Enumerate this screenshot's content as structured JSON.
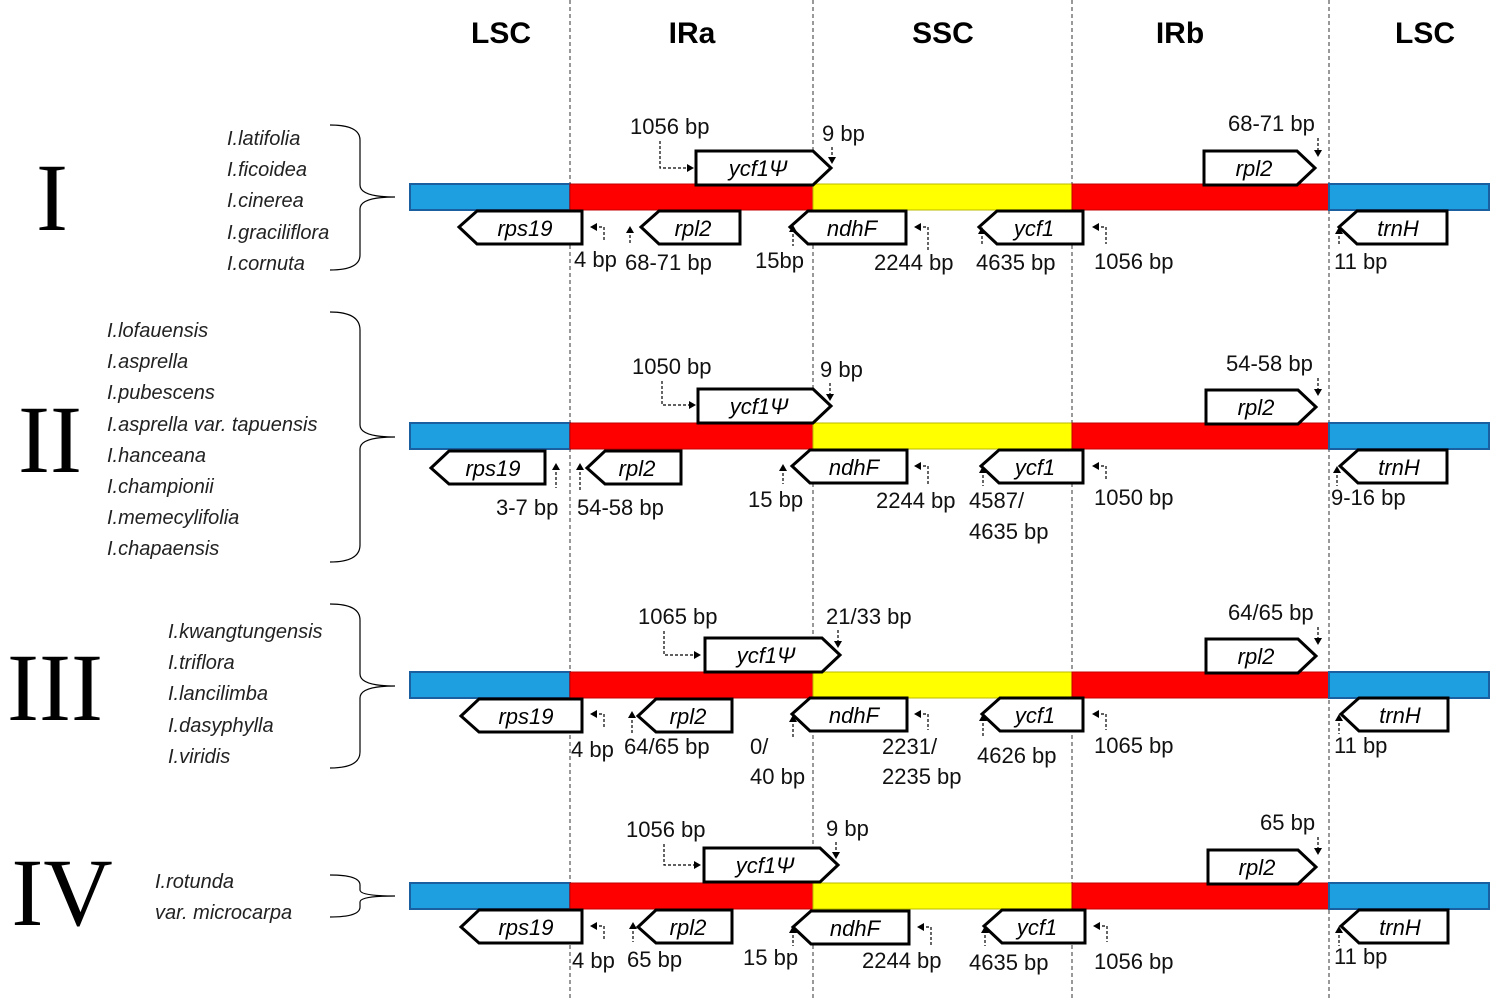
{
  "regions": [
    {
      "label": "LSC"
    },
    {
      "label": "IRa"
    },
    {
      "label": "SSC"
    },
    {
      "label": "IRb"
    },
    {
      "label": "LSC"
    }
  ],
  "colors": {
    "LSC": "#1ea0e0",
    "IR": "#ff0000",
    "SSC": "#ffff00",
    "LSC_border": "#1a5fa0",
    "IR_border": "#c00000",
    "SSC_border": "#b8b800"
  },
  "groups": [
    {
      "roman": "I",
      "species": [
        "I.latifolia",
        "I.ficoidea",
        "I.cinerea",
        "I.graciliflora",
        "I.cornuta"
      ],
      "genes": {
        "ycf1psi": "ycf1Ψ",
        "rpl2_top": "rpl2",
        "rps19": "rps19",
        "rpl2_bottom": "rpl2",
        "ndhF": "ndhF",
        "ycf1": "ycf1",
        "trnH": "trnH"
      },
      "bp": {
        "ycf1psi_len": "1056 bp",
        "ycf1psi_ssc": "9 bp",
        "rpl2_top": "68-71 bp",
        "rps19": "4 bp",
        "rpl2_bottom": "68-71 bp",
        "ndhF": "15bp",
        "ndhF_len": "2244 bp",
        "ycf1": "4635 bp",
        "irb": "1056 bp",
        "trnH": "11 bp"
      }
    },
    {
      "roman": "II",
      "species": [
        "I.lofauensis",
        "I.asprella",
        "I.pubescens",
        "I.asprella var. tapuensis",
        "I.hanceana",
        "I.championii",
        "I.memecylifolia",
        "I.chapaensis"
      ],
      "genes": {
        "ycf1psi": "ycf1Ψ",
        "rpl2_top": "rpl2",
        "rps19": "rps19",
        "rpl2_bottom": "rpl2",
        "ndhF": "ndhF",
        "ycf1": "ycf1",
        "trnH": "trnH"
      },
      "bp": {
        "ycf1psi_len": "1050 bp",
        "ycf1psi_ssc": "9 bp",
        "rpl2_top": "54-58 bp",
        "rps19": "3-7 bp",
        "rpl2_bottom": "54-58 bp",
        "ndhF": "15 bp",
        "ndhF_len": "2244 bp",
        "ycf1_a": "4587/",
        "ycf1_b": "4635 bp",
        "irb": "1050 bp",
        "trnH": "9-16 bp"
      }
    },
    {
      "roman": "III",
      "species": [
        "I.kwangtungensis",
        "I.triflora",
        "I.lancilimba",
        "I.dasyphylla",
        "I.viridis"
      ],
      "genes": {
        "ycf1psi": "ycf1Ψ",
        "rpl2_top": "rpl2",
        "rps19": "rps19",
        "rpl2_bottom": "rpl2",
        "ndhF": "ndhF",
        "ycf1": "ycf1",
        "trnH": "trnH"
      },
      "bp": {
        "ycf1psi_len": "1065 bp",
        "ycf1psi_ssc": "21/33 bp",
        "rpl2_top": "64/65 bp",
        "rps19": "4 bp",
        "rpl2_bottom": "64/65 bp",
        "ndhF_a": "0/",
        "ndhF_b": "40 bp",
        "ndhF_len_a": "2231/",
        "ndhF_len_b": "2235 bp",
        "ycf1": "4626 bp",
        "irb": "1065 bp",
        "trnH": "11 bp"
      }
    },
    {
      "roman": "IV",
      "species": [
        "I.rotunda",
        "var. microcarpa"
      ],
      "genes": {
        "ycf1psi": "ycf1Ψ",
        "rpl2_top": "rpl2",
        "rps19": "rps19",
        "rpl2_bottom": "rpl2",
        "ndhF": "ndhF",
        "ycf1": "ycf1",
        "trnH": "trnH"
      },
      "bp": {
        "ycf1psi_len": "1056 bp",
        "ycf1psi_ssc": "9 bp",
        "rpl2_top": "65 bp",
        "rps19": "4 bp",
        "rpl2_bottom": "65 bp",
        "ndhF": "15 bp",
        "ndhF_len": "2244 bp",
        "ycf1": "4635 bp",
        "irb": "1056 bp",
        "trnH": "11 bp"
      }
    }
  ]
}
